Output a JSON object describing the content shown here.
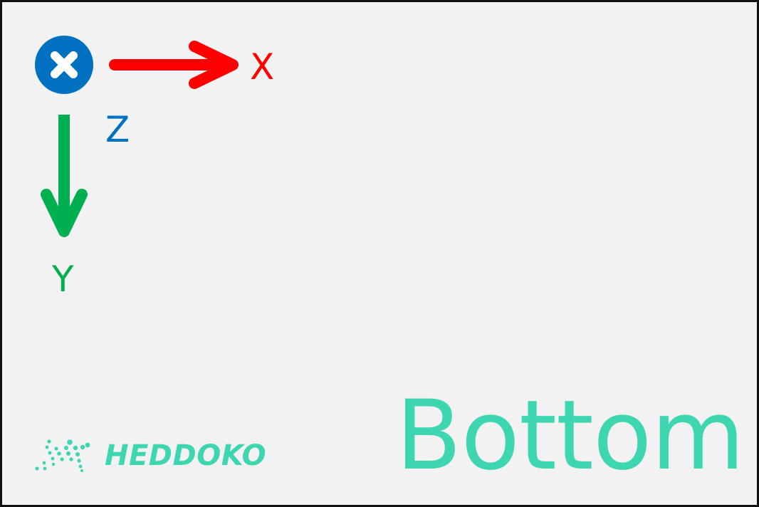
{
  "colors": {
    "background": "#f2f2f2",
    "border": "#111111",
    "x_axis": "#ff0000",
    "y_axis": "#00b050",
    "z_axis": "#0070c0",
    "brand": "#3dd6b0"
  },
  "axes": {
    "x": {
      "label": "X",
      "direction": "right"
    },
    "y": {
      "label": "Y",
      "direction": "down"
    },
    "z": {
      "label": "Z",
      "direction": "into-page",
      "icon": "circled-x-icon"
    }
  },
  "view_label": "Bottom",
  "logo": {
    "icon": "heddoko-runner-icon",
    "text": "HEDDOKO"
  }
}
